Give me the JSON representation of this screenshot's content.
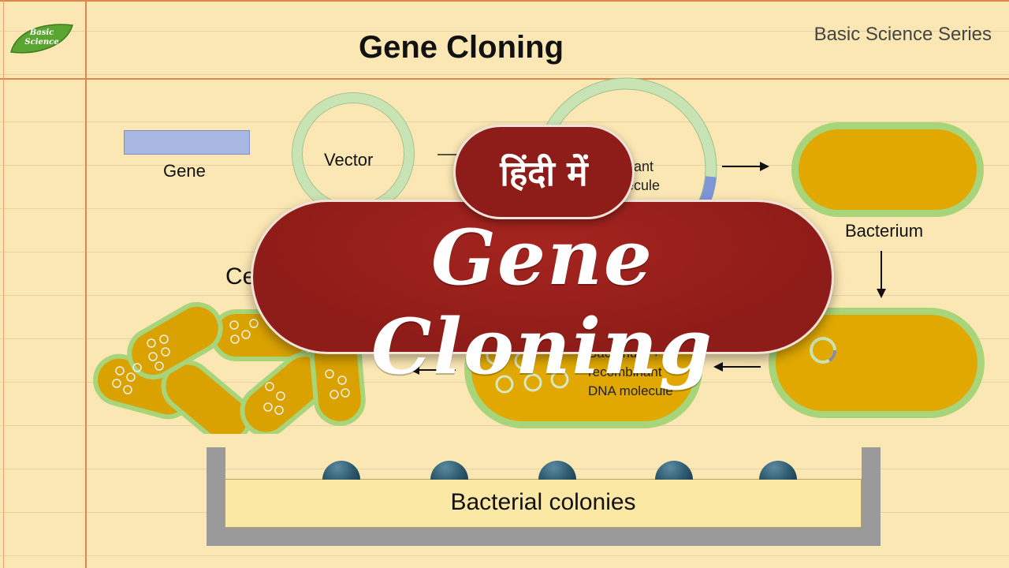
{
  "header": {
    "logo_line1": "Basic",
    "logo_line2": "Science",
    "title": "Gene Cloning",
    "series": "Basic Science Series"
  },
  "diagram": {
    "gene_label": "Gene",
    "vector_label": "Vector",
    "recombinant_label_line1": "Recombinant",
    "recombinant_label_line2": "DNA molecule",
    "bacterium_label": "Bacterium",
    "bacterium_plus_line1": "Bacterium +",
    "bacterium_plus_line2": "recombinant",
    "bacterium_plus_line3": "DNA molecule",
    "cell_division_label": "Cell division",
    "dish_label": "Bacterial colonies"
  },
  "overlay": {
    "hindi_label": "हिंदी में",
    "banner_title": "Gene Cloning"
  },
  "colors": {
    "background": "#fbe7b4",
    "banner": "#8e1c18",
    "bacterium_fill": "#e0a800",
    "bacterium_wall": "#a8d47a",
    "vector_ring": "#c8e4b4",
    "gene": "#a9b8e2",
    "colony": "#2f5a6e"
  }
}
